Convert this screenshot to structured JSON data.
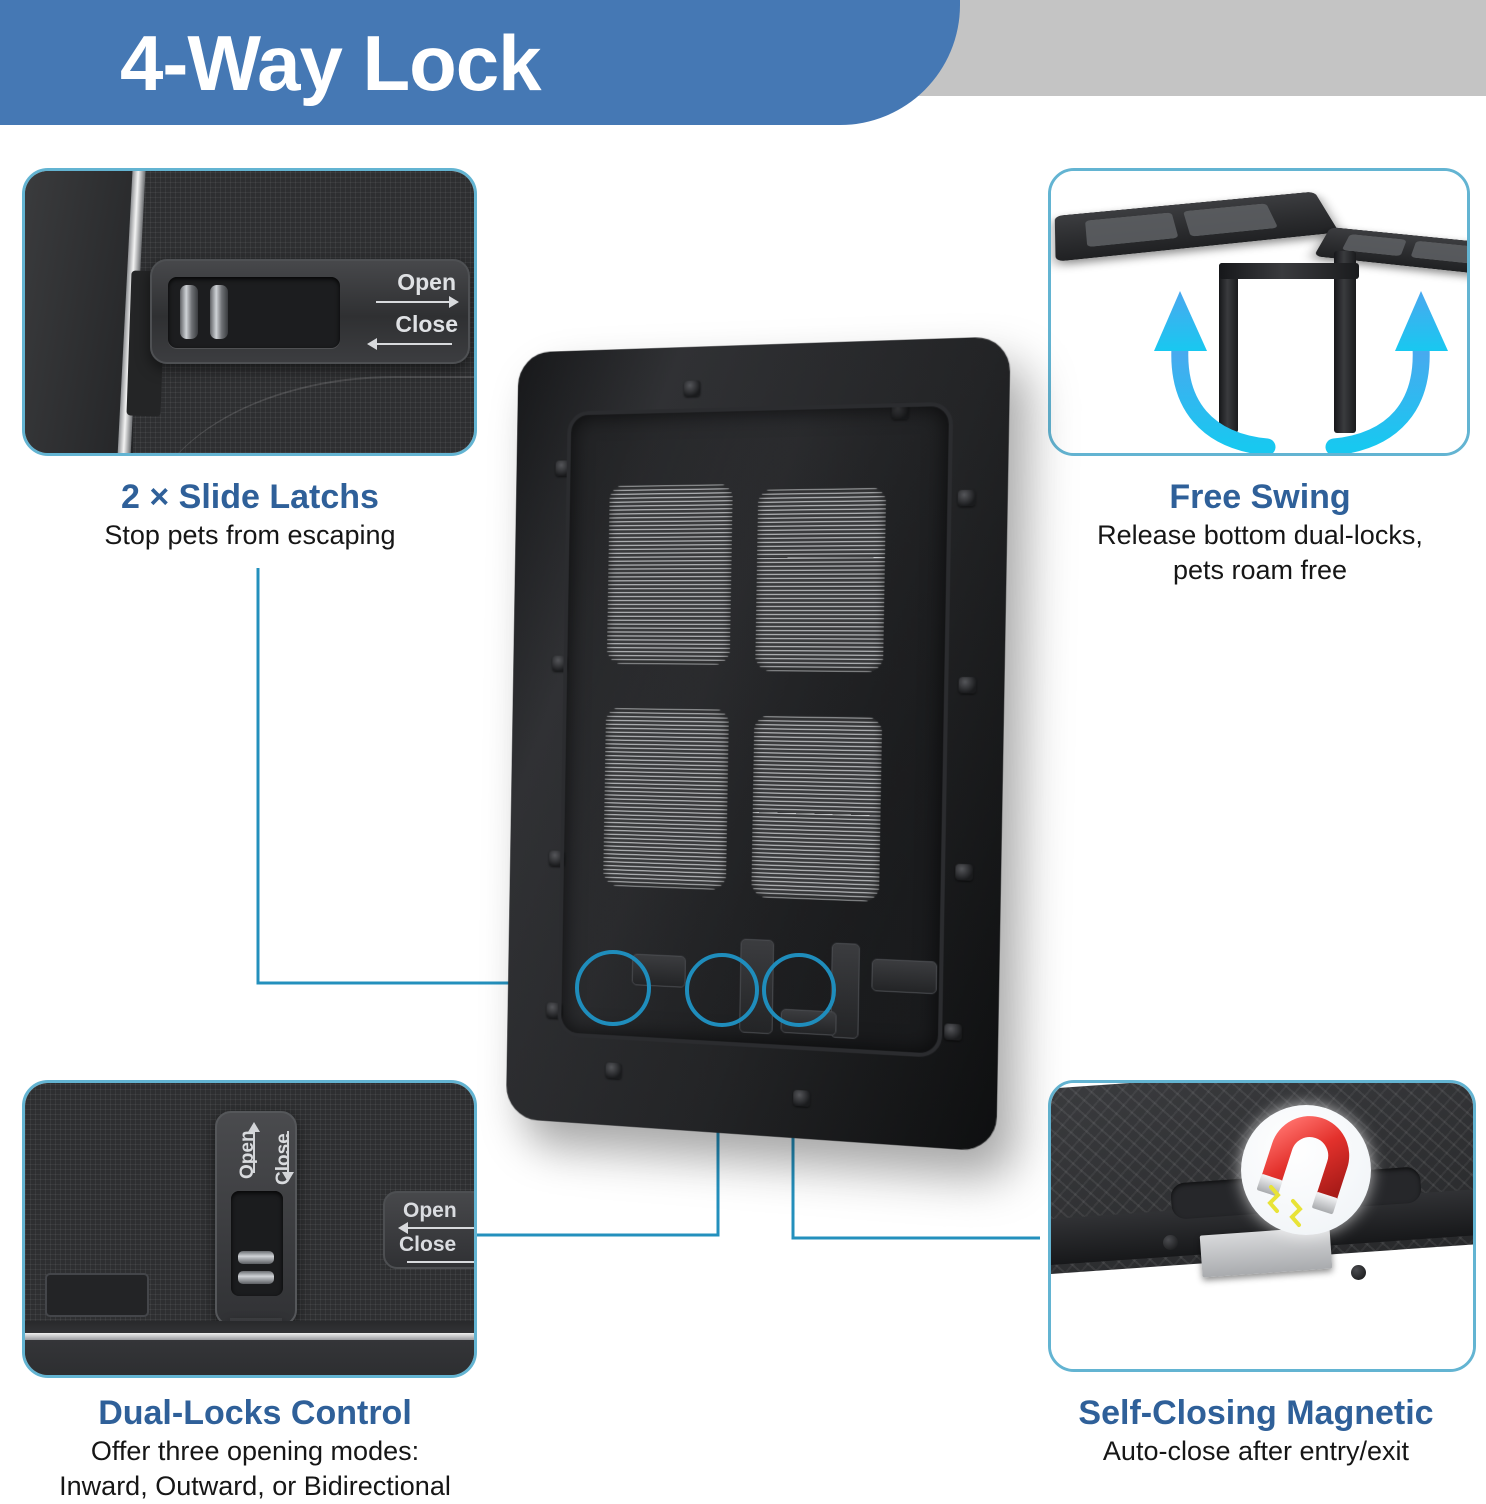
{
  "banner": {
    "title": "4-Way Lock",
    "blue": "#4578b4",
    "gray": "#c4c4c4"
  },
  "theme": {
    "panel_border": "#63b4d2",
    "caption_title": "#2f6099",
    "caption_body": "#161616",
    "connector_line": "#2390bd",
    "callout_ring": "#1f8dbc",
    "product_black": "#232426",
    "magnet_red": "#e23a35",
    "magnet_wave": "#e8e337",
    "swing_arrow": "#3fc0f0"
  },
  "features": [
    {
      "id": "slide-latches",
      "title": "2 × Slide Latchs",
      "subtitle": "Stop pets from escaping",
      "labels": {
        "open": "Open",
        "close": "Close"
      },
      "arrows": {
        "open": "right",
        "close": "left"
      }
    },
    {
      "id": "free-swing",
      "title": "Free Swing",
      "subtitle_line1": "Release bottom dual-locks,",
      "subtitle_line2": "pets roam free"
    },
    {
      "id": "dual-locks",
      "title": "Dual-Locks Control",
      "subtitle_line1": "Offer three opening modes:",
      "subtitle_line2": "Inward, Outward, or Bidirectional",
      "vertical_labels": {
        "open": "Open",
        "close": "Close"
      },
      "vertical_arrows": {
        "open": "up",
        "close": "down"
      },
      "horizontal_labels": {
        "open": "Open",
        "close": "Close"
      },
      "horizontal_arrows": {
        "open": "left",
        "close": "right"
      }
    },
    {
      "id": "self-closing-magnetic",
      "title": "Self-Closing Magnetic",
      "subtitle": "Auto-close after entry/exit",
      "icon": "magnet-icon"
    }
  ],
  "product": {
    "name": "pet-screen-door",
    "mesh_panel_count": 4,
    "callouts": 3
  }
}
